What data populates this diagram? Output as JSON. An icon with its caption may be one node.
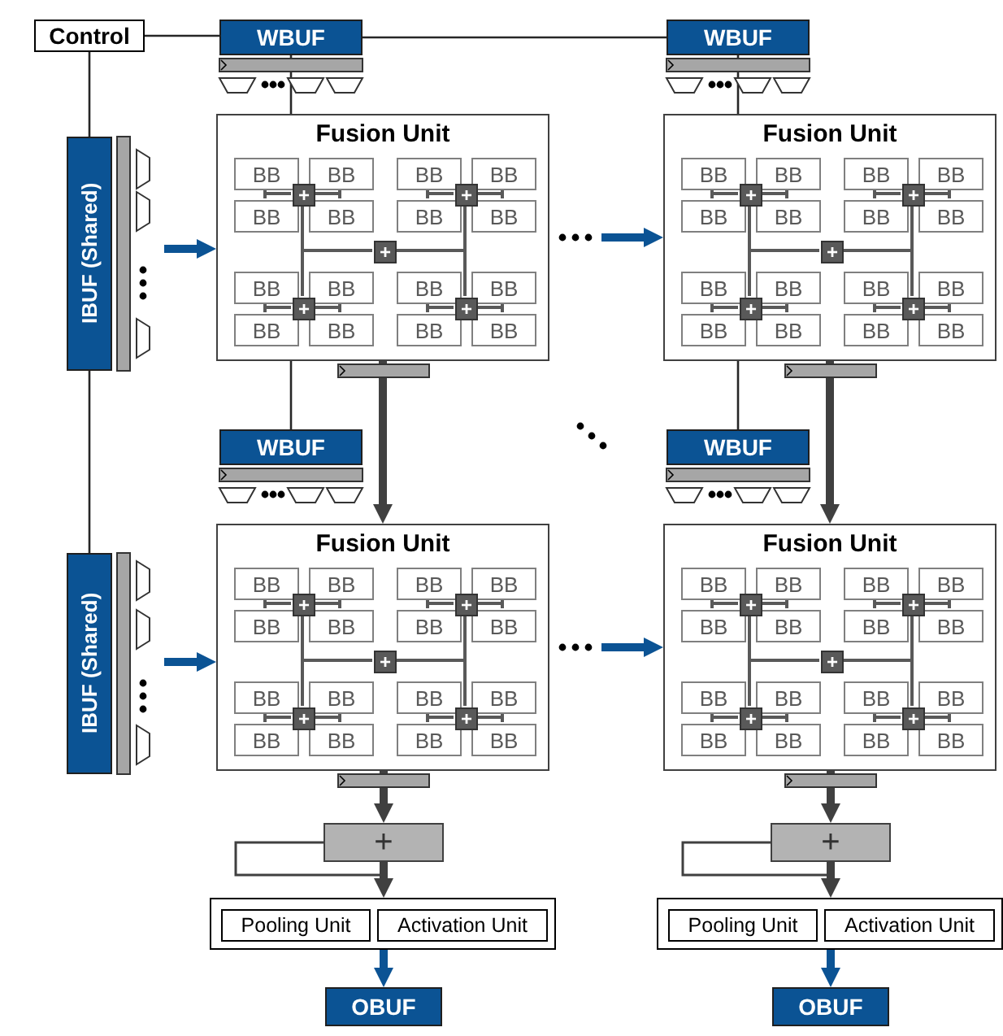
{
  "diagram": {
    "nodes": [
      {
        "text": [
          "Control"
        ]
      },
      {
        "text": [
          "IBUF (Shared)"
        ]
      },
      {
        "text": [
          "IBUF (Shared)"
        ]
      },
      {
        "text": [
          "WBUF"
        ]
      },
      {
        "text": [
          "Fusion Unit"
        ]
      },
      {
        "text": [
          "BB"
        ],
        "in": 4
      },
      {
        "text": [
          "BB"
        ],
        "in": 4
      },
      {
        "text": [
          "BB"
        ],
        "in": 4
      },
      {
        "text": [
          "BB"
        ],
        "in": 4
      },
      {
        "text": [
          "BB"
        ],
        "in": 4
      },
      {
        "text": [
          "BB"
        ],
        "in": 4
      },
      {
        "text": [
          "BB"
        ],
        "in": 4
      },
      {
        "text": [
          "BB"
        ],
        "in": 4
      },
      {
        "text": [
          "BB"
        ],
        "in": 4
      },
      {
        "text": [
          "BB"
        ],
        "in": 4
      },
      {
        "text": [
          "BB"
        ],
        "in": 4
      },
      {
        "text": [
          "BB"
        ],
        "in": 4
      },
      {
        "text": [
          "BB"
        ],
        "in": 4
      },
      {
        "text": [
          "BB"
        ],
        "in": 4
      },
      {
        "text": [
          "BB"
        ],
        "in": 4
      },
      {
        "text": [
          "BB"
        ],
        "in": 4
      },
      {
        "text": [
          "+"
        ],
        "in": 4
      },
      {
        "text": [
          "+"
        ],
        "in": 4
      },
      {
        "text": [
          "+"
        ],
        "in": 4
      },
      {
        "text": [
          "+"
        ],
        "in": 4
      },
      {
        "text": [
          "+"
        ],
        "in": 4
      },
      {
        "text": [
          "WBUF"
        ]
      },
      {
        "text": [
          "Fusion Unit"
        ]
      },
      {
        "text": [
          "BB"
        ],
        "in": 27
      },
      {
        "text": [
          "BB"
        ],
        "in": 27
      },
      {
        "text": [
          "BB"
        ],
        "in": 27
      },
      {
        "text": [
          "BB"
        ],
        "in": 27
      },
      {
        "text": [
          "BB"
        ],
        "in": 27
      },
      {
        "text": [
          "BB"
        ],
        "in": 27
      },
      {
        "text": [
          "BB"
        ],
        "in": 27
      },
      {
        "text": [
          "BB"
        ],
        "in": 27
      },
      {
        "text": [
          "BB"
        ],
        "in": 27
      },
      {
        "text": [
          "BB"
        ],
        "in": 27
      },
      {
        "text": [
          "BB"
        ],
        "in": 27
      },
      {
        "text": [
          "BB"
        ],
        "in": 27
      },
      {
        "text": [
          "BB"
        ],
        "in": 27
      },
      {
        "text": [
          "BB"
        ],
        "in": 27
      },
      {
        "text": [
          "BB"
        ],
        "in": 27
      },
      {
        "text": [
          "BB"
        ],
        "in": 27
      },
      {
        "text": [
          "+"
        ],
        "in": 27
      },
      {
        "text": [
          "+"
        ],
        "in": 27
      },
      {
        "text": [
          "+"
        ],
        "in": 27
      },
      {
        "text": [
          "+"
        ],
        "in": 27
      },
      {
        "text": [
          "+"
        ],
        "in": 27
      },
      {
        "text": [
          "WBUF"
        ]
      },
      {
        "text": [
          "Fusion Unit"
        ]
      },
      {
        "text": [
          "BB"
        ],
        "in": 50
      },
      {
        "text": [
          "BB"
        ],
        "in": 50
      },
      {
        "text": [
          "BB"
        ],
        "in": 50
      },
      {
        "text": [
          "BB"
        ],
        "in": 50
      },
      {
        "text": [
          "BB"
        ],
        "in": 50
      },
      {
        "text": [
          "BB"
        ],
        "in": 50
      },
      {
        "text": [
          "BB"
        ],
        "in": 50
      },
      {
        "text": [
          "BB"
        ],
        "in": 50
      },
      {
        "text": [
          "BB"
        ],
        "in": 50
      },
      {
        "text": [
          "BB"
        ],
        "in": 50
      },
      {
        "text": [
          "BB"
        ],
        "in": 50
      },
      {
        "text": [
          "BB"
        ],
        "in": 50
      },
      {
        "text": [
          "BB"
        ],
        "in": 50
      },
      {
        "text": [
          "BB"
        ],
        "in": 50
      },
      {
        "text": [
          "BB"
        ],
        "in": 50
      },
      {
        "text": [
          "BB"
        ],
        "in": 50
      },
      {
        "text": [
          "+"
        ],
        "in": 50
      },
      {
        "text": [
          "+"
        ],
        "in": 50
      },
      {
        "text": [
          "+"
        ],
        "in": 50
      },
      {
        "text": [
          "+"
        ],
        "in": 50
      },
      {
        "text": [
          "+"
        ],
        "in": 50
      },
      {
        "text": [
          "WBUF"
        ]
      },
      {
        "text": [
          "Fusion Unit"
        ]
      },
      {
        "text": [
          "BB"
        ],
        "in": 73
      },
      {
        "text": [
          "BB"
        ],
        "in": 73
      },
      {
        "text": [
          "BB"
        ],
        "in": 73
      },
      {
        "text": [
          "BB"
        ],
        "in": 73
      },
      {
        "text": [
          "BB"
        ],
        "in": 73
      },
      {
        "text": [
          "BB"
        ],
        "in": 73
      },
      {
        "text": [
          "BB"
        ],
        "in": 73
      },
      {
        "text": [
          "BB"
        ],
        "in": 73
      },
      {
        "text": [
          "BB"
        ],
        "in": 73
      },
      {
        "text": [
          "BB"
        ],
        "in": 73
      },
      {
        "text": [
          "BB"
        ],
        "in": 73
      },
      {
        "text": [
          "BB"
        ],
        "in": 73
      },
      {
        "text": [
          "BB"
        ],
        "in": 73
      },
      {
        "text": [
          "BB"
        ],
        "in": 73
      },
      {
        "text": [
          "BB"
        ],
        "in": 73
      },
      {
        "text": [
          "BB"
        ],
        "in": 73
      },
      {
        "text": [
          "+"
        ],
        "in": 73
      },
      {
        "text": [
          "+"
        ],
        "in": 73
      },
      {
        "text": [
          "+"
        ],
        "in": 73
      },
      {
        "text": [
          "+"
        ],
        "in": 73
      },
      {
        "text": [
          "+"
        ],
        "in": 73
      },
      {
        "text": [
          "+"
        ]
      },
      {
        "text": [],
        "shape": "box"
      },
      {
        "text": [
          "Pooling Unit"
        ],
        "in": 96
      },
      {
        "text": [
          "Activation Unit"
        ],
        "in": 96
      },
      {
        "text": [
          "OBUF"
        ]
      },
      {
        "text": [
          "+"
        ]
      },
      {
        "text": [],
        "shape": "box"
      },
      {
        "text": [
          "Pooling Unit"
        ],
        "in": 101
      },
      {
        "text": [
          "Activation Unit"
        ],
        "in": 101
      },
      {
        "text": [
          "OBUF"
        ]
      }
    ],
    "edges": [
      {
        "from": 0,
        "to": 3,
        "arrow": "none",
        "color": "#262626"
      },
      {
        "from": 3,
        "to": 26,
        "arrow": "none",
        "color": "#262626"
      },
      {
        "from": 0,
        "to": 1,
        "arrow": "none",
        "color": "#262626"
      },
      {
        "from": 1,
        "to": 2,
        "arrow": "none",
        "color": "#262626"
      },
      {
        "from": 3,
        "to": 4,
        "arrow": "none",
        "color": "#262626"
      },
      {
        "from": 26,
        "to": 27,
        "arrow": "none",
        "color": "#262626"
      },
      {
        "from": 4,
        "to": 49,
        "arrow": "none",
        "color": "#262626"
      },
      {
        "from": 27,
        "to": 72,
        "arrow": "none",
        "color": "#262626"
      },
      {
        "from": 1,
        "to": 4,
        "arrow": "to",
        "style": "thick",
        "color": "#0b5394"
      },
      {
        "from": 4,
        "to": 27,
        "arrow": "to",
        "style": "thick",
        "color": "#0b5394"
      },
      {
        "from": 2,
        "to": 50,
        "arrow": "to",
        "style": "thick",
        "color": "#0b5394"
      },
      {
        "from": 50,
        "to": 73,
        "arrow": "to",
        "style": "thick",
        "color": "#0b5394"
      },
      {
        "from": 4,
        "to": 50,
        "arrow": "to",
        "style": "thick",
        "color": "#404040"
      },
      {
        "from": 27,
        "to": 73,
        "arrow": "to",
        "style": "thick",
        "color": "#404040"
      },
      {
        "from": 50,
        "to": 95,
        "arrow": "to",
        "style": "thick",
        "color": "#404040"
      },
      {
        "from": 73,
        "to": 100,
        "arrow": "to",
        "style": "thick",
        "color": "#404040"
      },
      {
        "from": 95,
        "to": 96,
        "arrow": "to",
        "style": "thick",
        "color": "#404040"
      },
      {
        "from": 100,
        "to": 101,
        "arrow": "to",
        "style": "thick",
        "color": "#404040"
      },
      {
        "from": 96,
        "to": 99,
        "arrow": "to",
        "style": "thick",
        "color": "#0b5394"
      },
      {
        "from": 101,
        "to": 104,
        "arrow": "to",
        "style": "thick",
        "color": "#0b5394"
      },
      {
        "from": 5,
        "to": 21,
        "arrow": "none"
      },
      {
        "from": 6,
        "to": 21,
        "arrow": "none"
      },
      {
        "from": 7,
        "to": 22,
        "arrow": "none"
      },
      {
        "from": 8,
        "to": 22,
        "arrow": "none"
      },
      {
        "from": 9,
        "to": 21,
        "arrow": "none"
      },
      {
        "from": 10,
        "to": 21,
        "arrow": "none"
      },
      {
        "from": 11,
        "to": 22,
        "arrow": "none"
      },
      {
        "from": 12,
        "to": 22,
        "arrow": "none"
      },
      {
        "from": 13,
        "to": 24,
        "arrow": "none"
      },
      {
        "from": 14,
        "to": 24,
        "arrow": "none"
      },
      {
        "from": 15,
        "to": 25,
        "arrow": "none"
      },
      {
        "from": 16,
        "to": 25,
        "arrow": "none"
      },
      {
        "from": 17,
        "to": 24,
        "arrow": "none"
      },
      {
        "from": 18,
        "to": 24,
        "arrow": "none"
      },
      {
        "from": 19,
        "to": 25,
        "arrow": "none"
      },
      {
        "from": 20,
        "to": 25,
        "arrow": "none"
      },
      {
        "from": 21,
        "to": 23,
        "arrow": "none"
      },
      {
        "from": 22,
        "to": 23,
        "arrow": "none"
      },
      {
        "from": 24,
        "to": 23,
        "arrow": "none"
      },
      {
        "from": 25,
        "to": 23,
        "arrow": "none"
      },
      {
        "from": 28,
        "to": 44,
        "arrow": "none"
      },
      {
        "from": 29,
        "to": 44,
        "arrow": "none"
      },
      {
        "from": 30,
        "to": 45,
        "arrow": "none"
      },
      {
        "from": 31,
        "to": 45,
        "arrow": "none"
      },
      {
        "from": 32,
        "to": 44,
        "arrow": "none"
      },
      {
        "from": 33,
        "to": 44,
        "arrow": "none"
      },
      {
        "from": 34,
        "to": 45,
        "arrow": "none"
      },
      {
        "from": 35,
        "to": 45,
        "arrow": "none"
      },
      {
        "from": 36,
        "to": 47,
        "arrow": "none"
      },
      {
        "from": 37,
        "to": 47,
        "arrow": "none"
      },
      {
        "from": 38,
        "to": 48,
        "arrow": "none"
      },
      {
        "from": 39,
        "to": 48,
        "arrow": "none"
      },
      {
        "from": 40,
        "to": 47,
        "arrow": "none"
      },
      {
        "from": 41,
        "to": 47,
        "arrow": "none"
      },
      {
        "from": 42,
        "to": 48,
        "arrow": "none"
      },
      {
        "from": 43,
        "to": 48,
        "arrow": "none"
      },
      {
        "from": 44,
        "to": 46,
        "arrow": "none"
      },
      {
        "from": 45,
        "to": 46,
        "arrow": "none"
      },
      {
        "from": 47,
        "to": 46,
        "arrow": "none"
      },
      {
        "from": 48,
        "to": 46,
        "arrow": "none"
      },
      {
        "from": 51,
        "to": 67,
        "arrow": "none"
      },
      {
        "from": 52,
        "to": 67,
        "arrow": "none"
      },
      {
        "from": 53,
        "to": 68,
        "arrow": "none"
      },
      {
        "from": 54,
        "to": 68,
        "arrow": "none"
      },
      {
        "from": 55,
        "to": 67,
        "arrow": "none"
      },
      {
        "from": 56,
        "to": 67,
        "arrow": "none"
      },
      {
        "from": 57,
        "to": 68,
        "arrow": "none"
      },
      {
        "from": 58,
        "to": 68,
        "arrow": "none"
      },
      {
        "from": 59,
        "to": 70,
        "arrow": "none"
      },
      {
        "from": 60,
        "to": 70,
        "arrow": "none"
      },
      {
        "from": 61,
        "to": 71,
        "arrow": "none"
      },
      {
        "from": 62,
        "to": 71,
        "arrow": "none"
      },
      {
        "from": 63,
        "to": 70,
        "arrow": "none"
      },
      {
        "from": 64,
        "to": 70,
        "arrow": "none"
      },
      {
        "from": 65,
        "to": 71,
        "arrow": "none"
      },
      {
        "from": 66,
        "to": 71,
        "arrow": "none"
      },
      {
        "from": 67,
        "to": 69,
        "arrow": "none"
      },
      {
        "from": 68,
        "to": 69,
        "arrow": "none"
      },
      {
        "from": 70,
        "to": 69,
        "arrow": "none"
      },
      {
        "from": 71,
        "to": 69,
        "arrow": "none"
      },
      {
        "from": 74,
        "to": 90,
        "arrow": "none"
      },
      {
        "from": 75,
        "to": 90,
        "arrow": "none"
      },
      {
        "from": 76,
        "to": 91,
        "arrow": "none"
      },
      {
        "from": 77,
        "to": 91,
        "arrow": "none"
      },
      {
        "from": 78,
        "to": 90,
        "arrow": "none"
      },
      {
        "from": 79,
        "to": 90,
        "arrow": "none"
      },
      {
        "from": 80,
        "to": 91,
        "arrow": "none"
      },
      {
        "from": 81,
        "to": 91,
        "arrow": "none"
      },
      {
        "from": 82,
        "to": 93,
        "arrow": "none"
      },
      {
        "from": 83,
        "to": 93,
        "arrow": "none"
      },
      {
        "from": 84,
        "to": 94,
        "arrow": "none"
      },
      {
        "from": 85,
        "to": 94,
        "arrow": "none"
      },
      {
        "from": 86,
        "to": 93,
        "arrow": "none"
      },
      {
        "from": 87,
        "to": 93,
        "arrow": "none"
      },
      {
        "from": 88,
        "to": 94,
        "arrow": "none"
      },
      {
        "from": 89,
        "to": 94,
        "arrow": "none"
      },
      {
        "from": 90,
        "to": 92,
        "arrow": "none"
      },
      {
        "from": 91,
        "to": 92,
        "arrow": "none"
      },
      {
        "from": 93,
        "to": 92,
        "arrow": "none"
      },
      {
        "from": 94,
        "to": 92,
        "arrow": "none"
      }
    ]
  }
}
